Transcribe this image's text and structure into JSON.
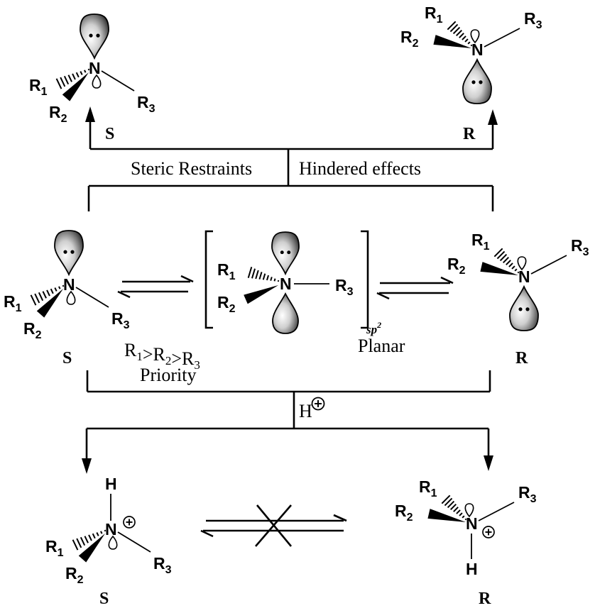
{
  "diagram": {
    "top_left_config": "S",
    "top_right_config": "R",
    "steric_label": "Steric Restraints",
    "hindered_label": "Hindered effects",
    "middle_left_config": "S",
    "middle_right_config": "R",
    "priority_order": "R1>R2>R3",
    "priority_label": "Priority",
    "hybridization": "sp2",
    "planar_label": "Planar",
    "protonation_label": "H",
    "bottom_left_config": "S",
    "bottom_right_config": "R",
    "nitrogen": "N",
    "hydrogen": "H",
    "substituent": "R",
    "substituent_indices": [
      "1",
      "2",
      "3"
    ],
    "lone_pair": "••",
    "positive_charge": "+"
  }
}
